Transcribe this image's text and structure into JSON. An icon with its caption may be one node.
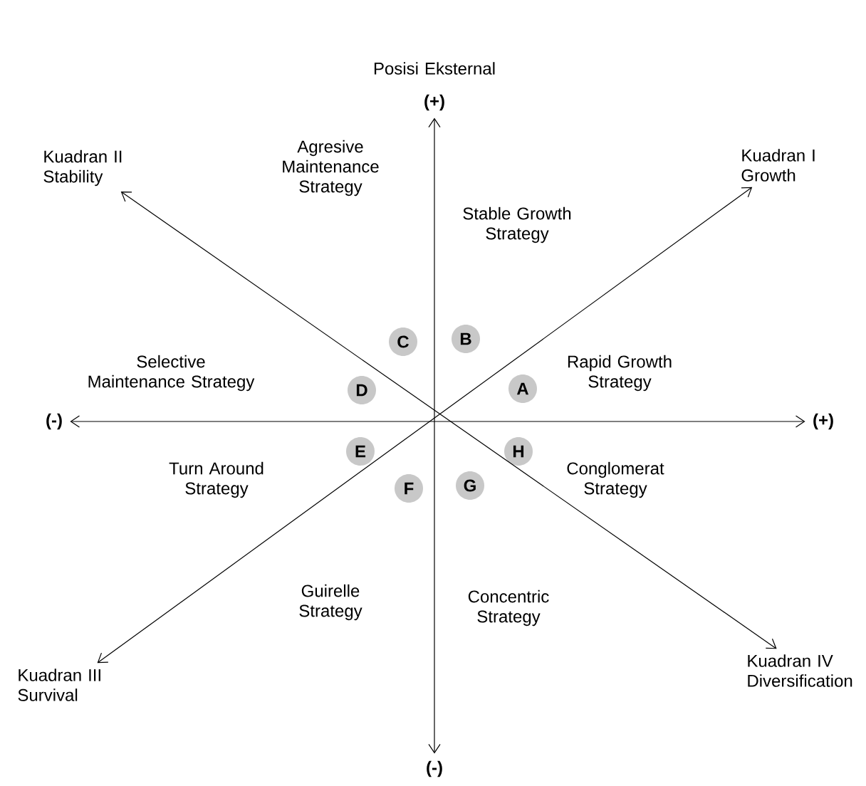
{
  "diagram": {
    "nodes": [
      {
        "text": [
          "(+)"
        ]
      },
      {
        "text": [
          "Kuadran II Stability"
        ]
      },
      {
        "text": [
          "Kuadran I Growth"
        ]
      },
      {
        "text": [
          "(-)"
        ]
      },
      {
        "text": [
          "(+)"
        ]
      },
      {
        "text": [
          "Kuadran III Survival"
        ]
      },
      {
        "text": [
          "Kuadran IV Diversification"
        ]
      },
      {
        "text": [
          "(-)"
        ]
      },
      {
        "text": [
          "C"
        ]
      },
      {
        "text": [
          "B"
        ]
      },
      {
        "text": [
          "D"
        ]
      },
      {
        "text": [
          "A"
        ]
      },
      {
        "text": [
          "E"
        ]
      },
      {
        "text": [
          "H"
        ]
      },
      {
        "text": [
          "F"
        ]
      },
      {
        "text": [
          "G"
        ]
      }
    ],
    "edges": [
      {
        "from": 0,
        "to": 7,
        "arrow": "both"
      },
      {
        "from": 3,
        "to": 4,
        "arrow": "both"
      },
      {
        "from": 1,
        "to": 6,
        "arrow": "both"
      },
      {
        "from": 5,
        "to": 2,
        "arrow": "both"
      }
    ],
    "labels": [
      "Posisi Eksternal",
      "Agresive Maintenance Strategy",
      "Stable Growth Strategy",
      "Selective Maintenance Strategy",
      "Rapid Growth Strategy",
      "Turn Around Strategy",
      "Conglomerat Strategy",
      "Guirelle Strategy",
      "Concentric Strategy"
    ]
  }
}
